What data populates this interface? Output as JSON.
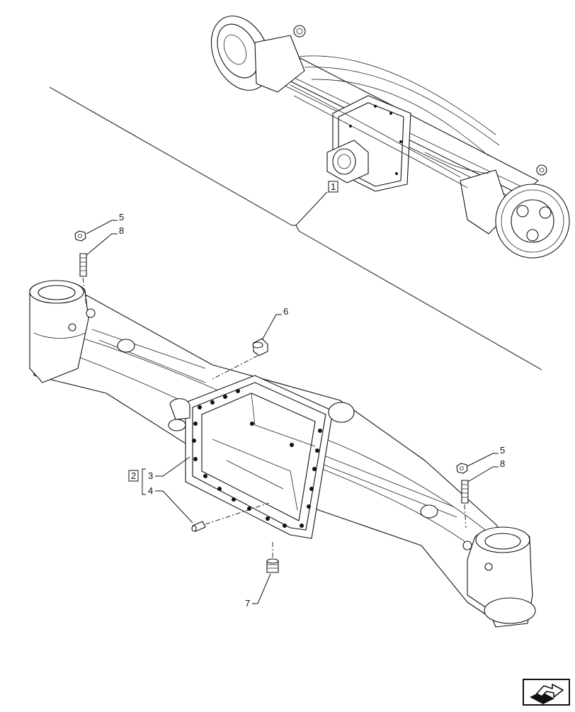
{
  "callouts": {
    "c1": "1",
    "c2": "2",
    "c3": "3",
    "c4": "4",
    "c5a": "5",
    "c8a": "8",
    "c6": "6",
    "c5b": "5",
    "c8b": "8",
    "c7": "7"
  },
  "icons": {
    "nav": "next-page-arrow-icon"
  }
}
